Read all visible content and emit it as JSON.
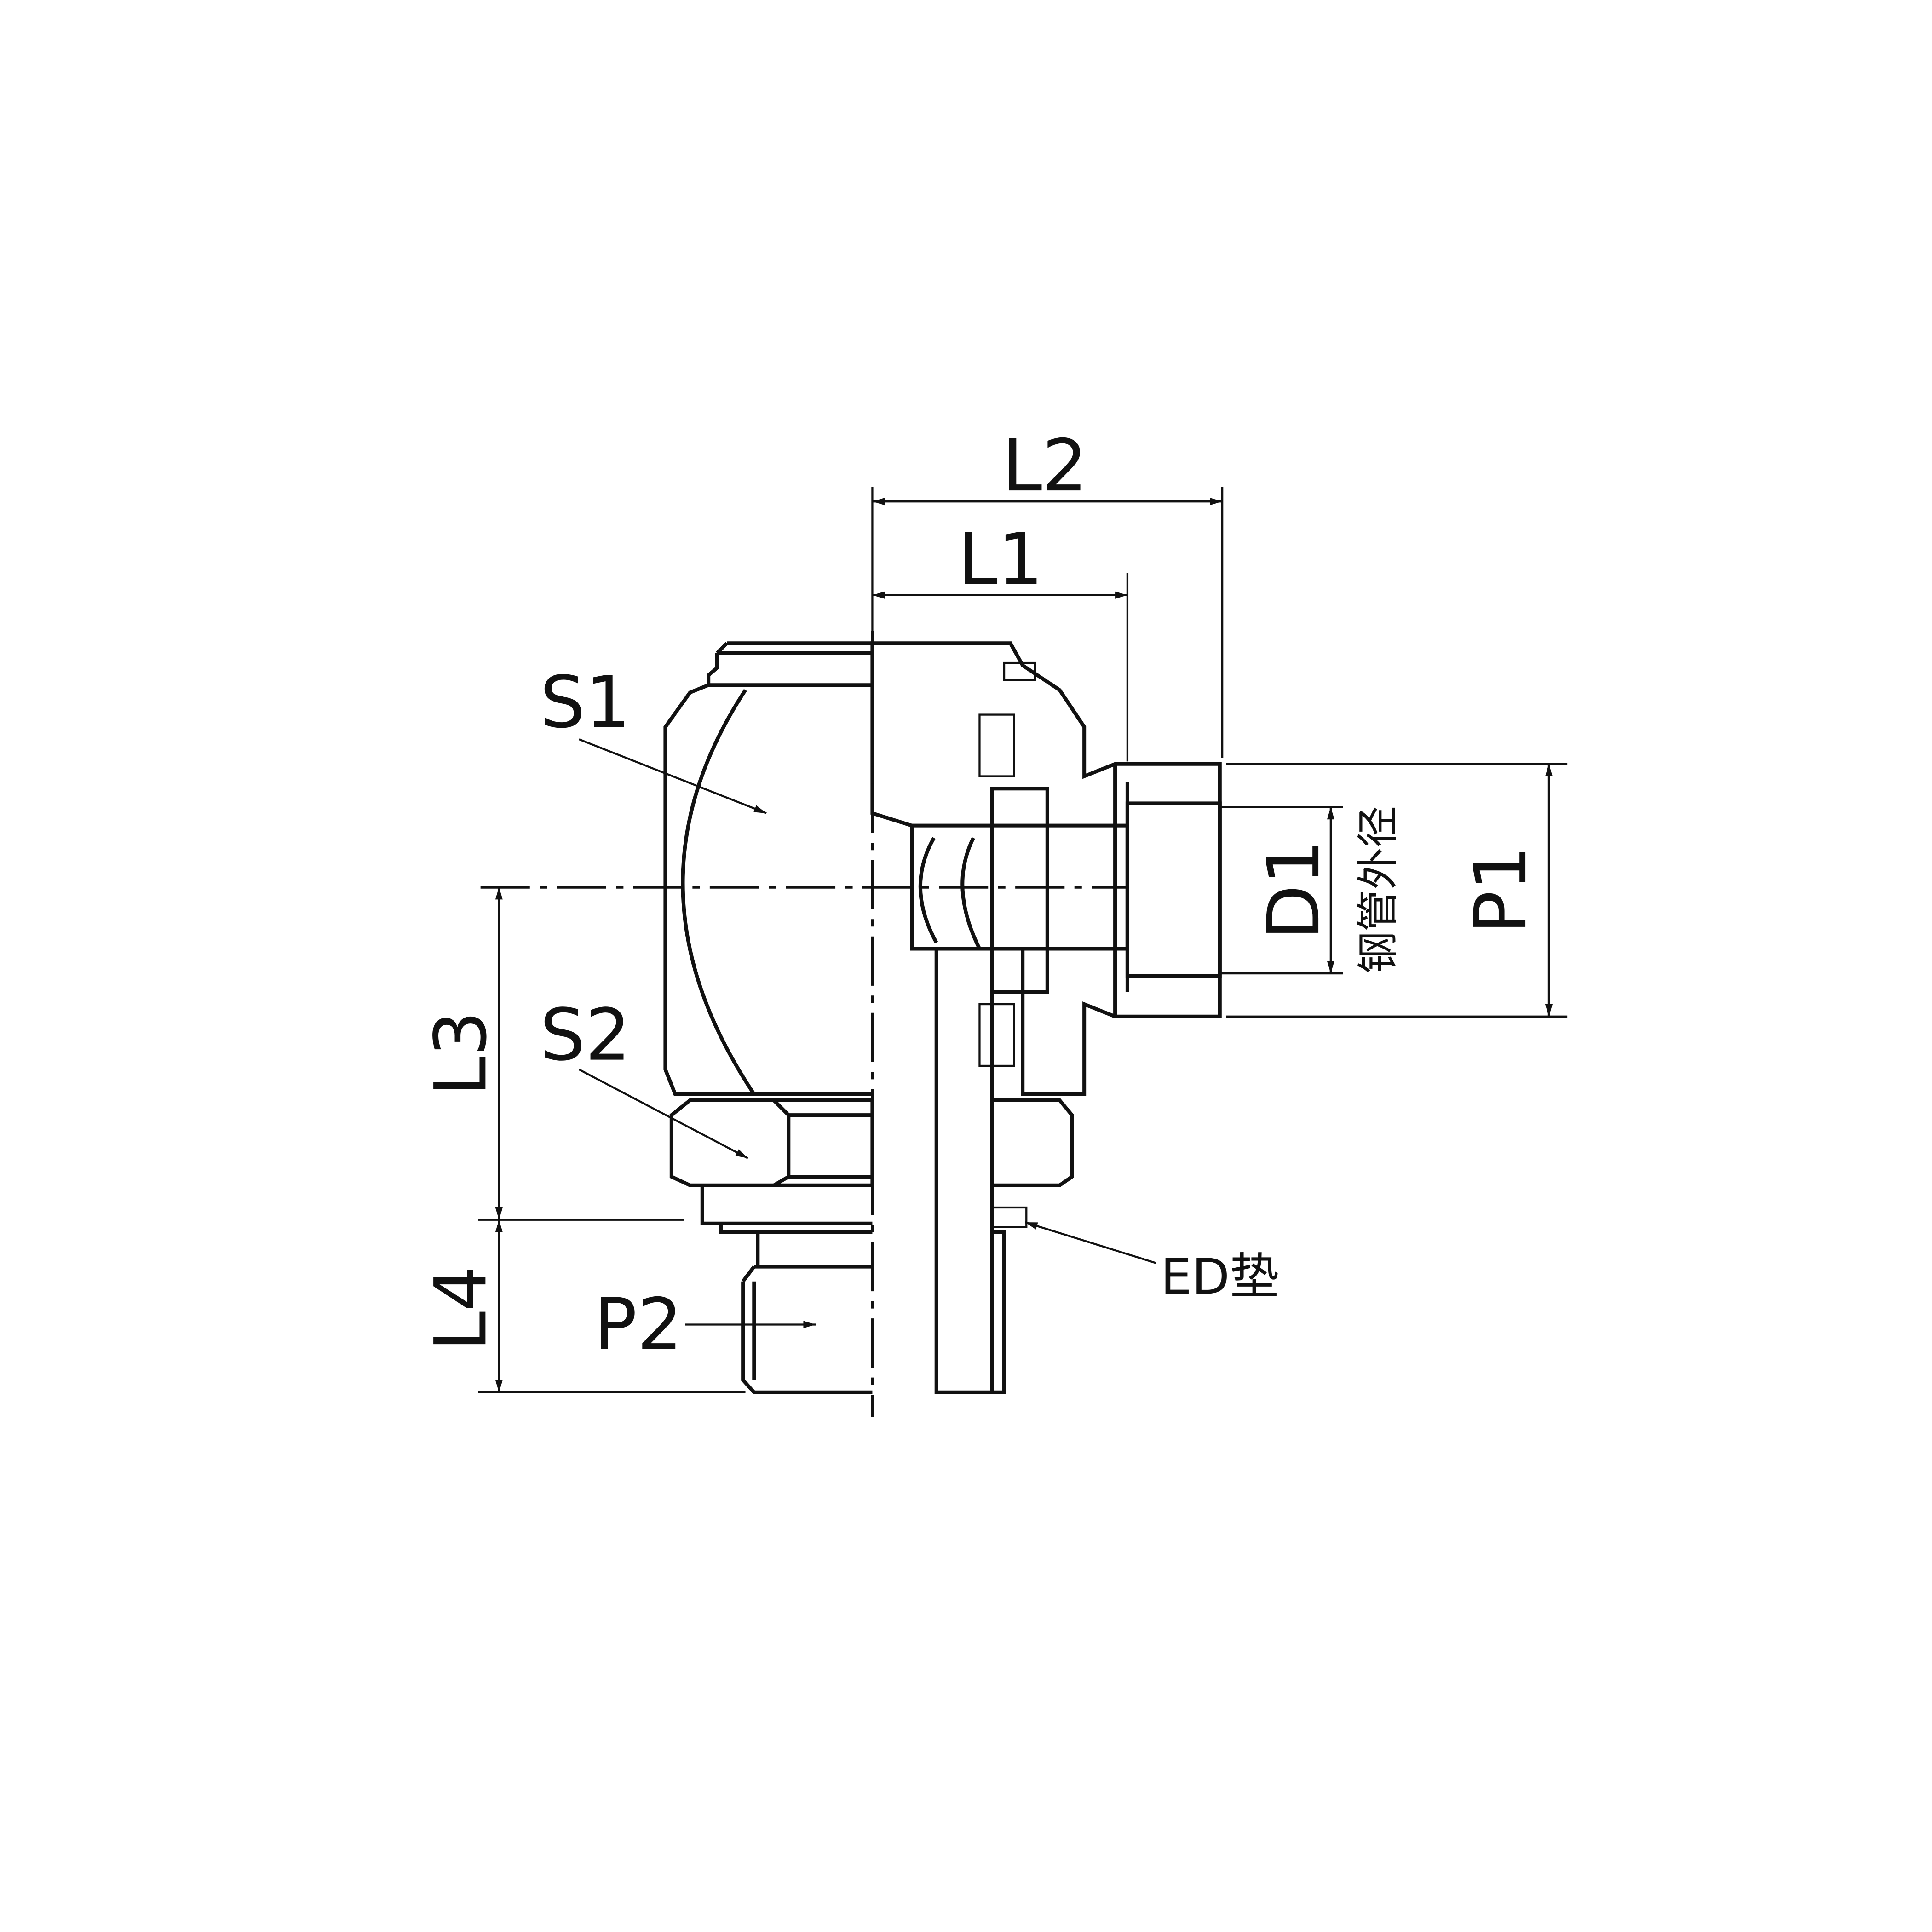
{
  "title": "Swivel elbow fitting with ED seal - dimension drawing",
  "labels": {
    "l1": "L1",
    "l2": "L2",
    "l3": "L3",
    "l4": "L4",
    "s1": "S1",
    "s2": "S2",
    "p1": "P1",
    "p2": "P2",
    "d1": "D1",
    "tube_od": "钢管外径",
    "ed_seal": "ED垫"
  },
  "colors": {
    "line": "#111111",
    "background": "#ffffff"
  }
}
